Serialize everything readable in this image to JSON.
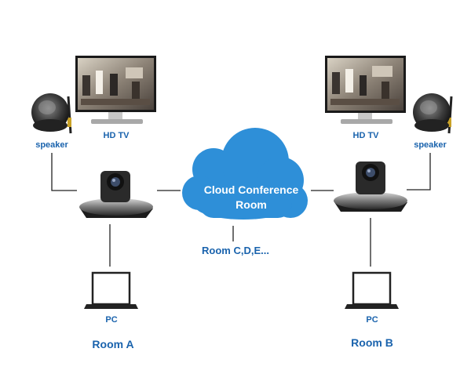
{
  "diagram": {
    "cloud": {
      "line1": "Cloud Conference",
      "line2": "Room",
      "color": "#2e8fd8"
    },
    "other_rooms_label": "Room C,D,E...",
    "left": {
      "speaker_label": "speaker",
      "tv_label": "HD TV",
      "pc_label": "PC",
      "room_label": "Room A"
    },
    "right": {
      "speaker_label": "speaker",
      "tv_label": "HD TV",
      "pc_label": "PC",
      "room_label": "Room B"
    },
    "colors": {
      "label": "#1a63ad",
      "line": "#222222"
    }
  }
}
